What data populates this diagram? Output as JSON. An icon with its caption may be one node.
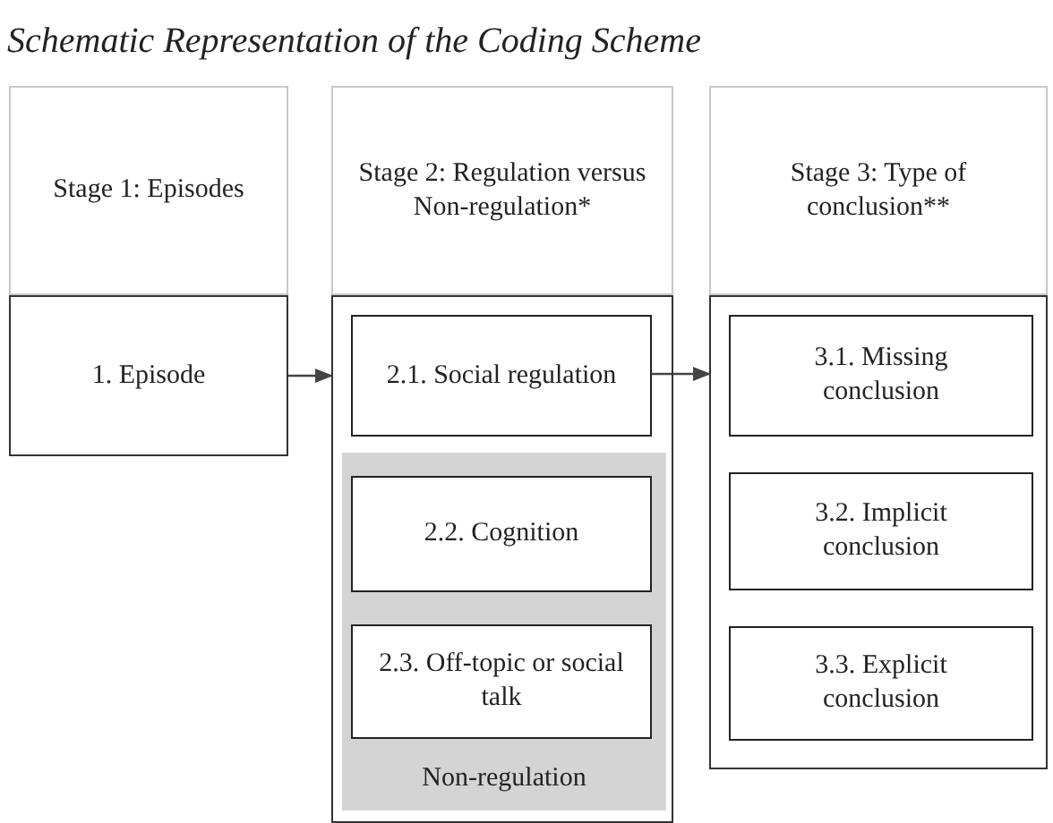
{
  "diagram": {
    "title": "Schematic Representation of the Coding Scheme",
    "nodes": [
      {
        "text": [
          "Stage 1: Episodes"
        ]
      },
      {
        "text": [
          "Stage 2: Regulation versus Non-regulation*"
        ]
      },
      {
        "text": [
          "Stage 3: Type of conclusion**"
        ]
      },
      {
        "text": [
          "1. Episode"
        ]
      },
      {
        "text": [],
        "shape": "box"
      },
      {
        "text": [
          "2.1. Social regulation"
        ],
        "in": 4
      },
      {
        "text": [
          "Non-regulation"
        ],
        "in": 4
      },
      {
        "text": [
          "2.2. Cognition"
        ],
        "in": 6
      },
      {
        "text": [
          "2.3. Off-topic or social talk"
        ],
        "in": 6
      },
      {
        "text": [],
        "shape": "box"
      },
      {
        "text": [
          "3.1. Missing conclusion"
        ],
        "in": 9
      },
      {
        "text": [
          "3.2. Implicit conclusion"
        ],
        "in": 9
      },
      {
        "text": [
          "3.3. Explicit conclusion"
        ],
        "in": 9
      }
    ],
    "edges": [
      {
        "from": 3,
        "to": 4,
        "arrow": "to"
      },
      {
        "from": 5,
        "to": 9,
        "arrow": "to"
      }
    ]
  }
}
